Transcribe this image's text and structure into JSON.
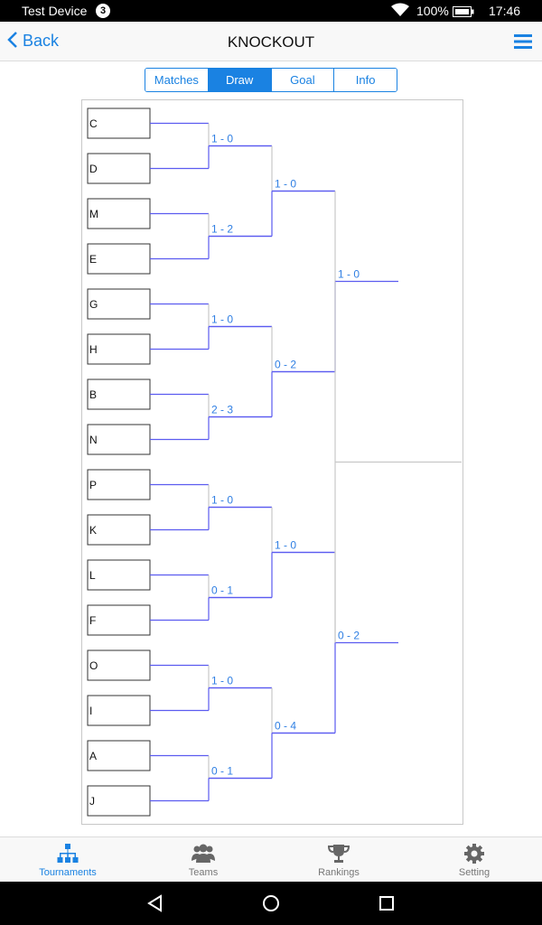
{
  "status_bar": {
    "device_name": "Test Device",
    "notification_count": "3",
    "battery_percent": "100%",
    "time": "17:46"
  },
  "nav": {
    "back_label": "Back",
    "title": "KNOCKOUT",
    "menu_icon": "hamburger-menu-icon"
  },
  "segments": [
    {
      "label": "Matches",
      "active": false
    },
    {
      "label": "Draw",
      "active": true
    },
    {
      "label": "Goal",
      "active": false
    },
    {
      "label": "Info",
      "active": false
    }
  ],
  "bracket": {
    "teams": [
      "C",
      "D",
      "M",
      "E",
      "G",
      "H",
      "B",
      "N",
      "P",
      "K",
      "L",
      "F",
      "O",
      "I",
      "A",
      "J"
    ],
    "rounds": [
      [
        "1 - 0",
        "1 - 2",
        "1 - 0",
        "2 - 3",
        "1 - 0",
        "0 - 1",
        "1 - 0",
        "0 - 1"
      ],
      [
        "1 - 0",
        "0 - 2",
        "1 - 0",
        "0 - 4"
      ],
      [
        "1 - 0",
        "0 - 2"
      ]
    ],
    "colors": {
      "connector": "#5b5bf0",
      "score": "#2f7fe3",
      "frame": "#c8c8c8"
    }
  },
  "tabs": [
    {
      "label": "Tournaments",
      "icon": "tournament-bracket-icon",
      "active": true
    },
    {
      "label": "Teams",
      "icon": "teams-icon",
      "active": false
    },
    {
      "label": "Rankings",
      "icon": "trophy-icon",
      "active": false
    },
    {
      "label": "Setting",
      "icon": "gear-icon",
      "active": false
    }
  ],
  "colors": {
    "accent": "#1a82e2",
    "inactive": "#777777"
  }
}
